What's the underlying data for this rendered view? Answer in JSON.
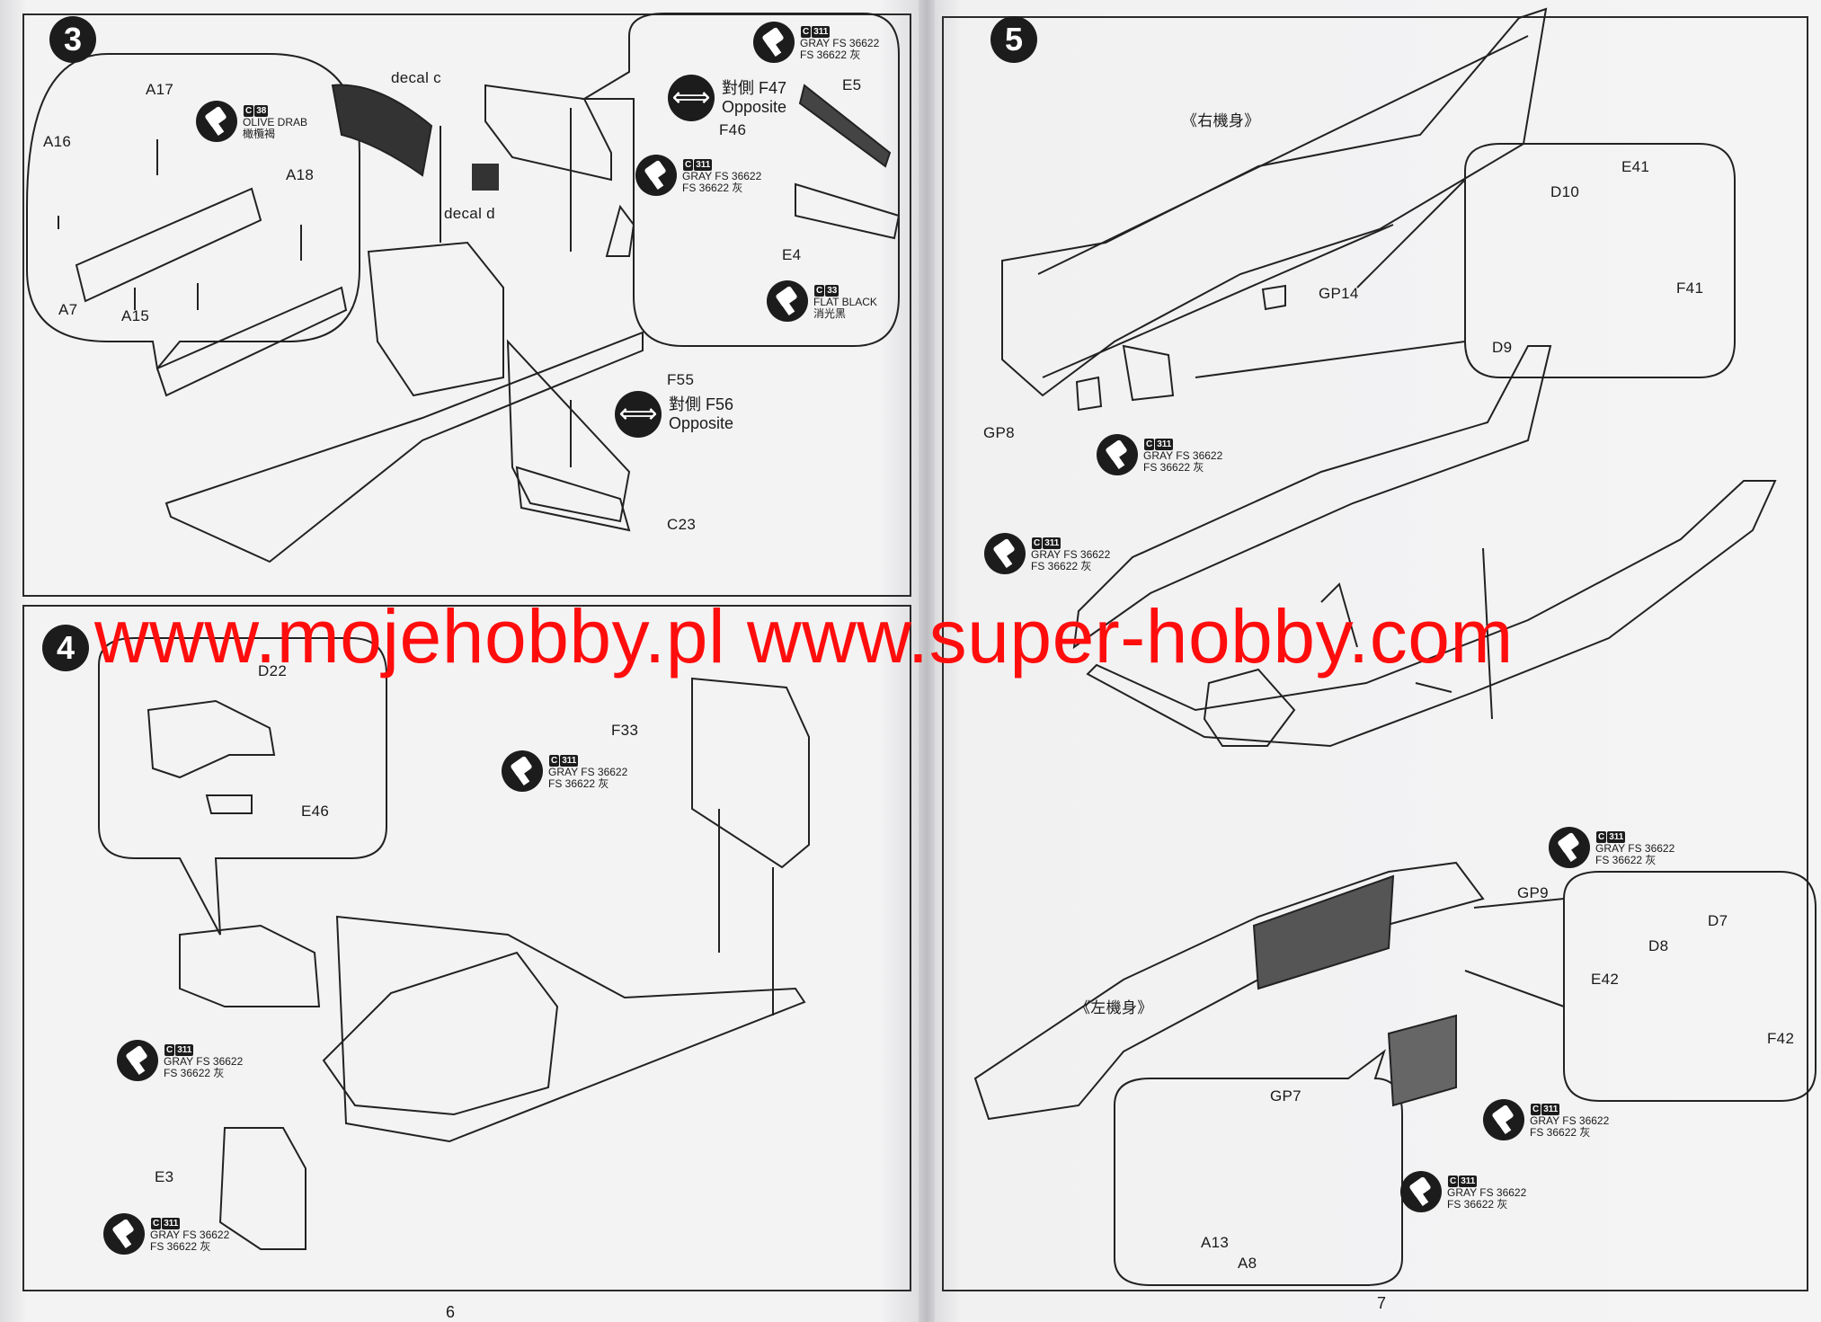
{
  "watermark": "www.mojehobby.pl www.super-hobby.com",
  "page_numbers": {
    "left": "6",
    "right": "7"
  },
  "steps": {
    "s3": {
      "number": "3",
      "labels": {
        "decal_c": "decal c",
        "decal_d": "decal d",
        "A17": "A17",
        "A16": "A16",
        "A18": "A18",
        "A7": "A7",
        "A15": "A15",
        "E5": "E5",
        "F46": "F46",
        "E4": "E4",
        "F55": "F55",
        "C23": "C23"
      },
      "paint_olive": {
        "code": "C",
        "num": "38",
        "line1": "OLIVE DRAB",
        "line2": "橄欖褐"
      },
      "paint_gray_top": {
        "code": "C",
        "num": "311",
        "line1": "GRAY FS 36622",
        "line2": "FS 36622 灰"
      },
      "paint_gray_mid": {
        "code": "C",
        "num": "311",
        "line1": "GRAY FS 36622",
        "line2": "FS 36622 灰"
      },
      "paint_black": {
        "code": "C",
        "num": "33",
        "line1": "FLAT BLACK",
        "line2": "消光黑"
      },
      "opposite_f47": {
        "line1": "對側 F47",
        "line2": "Opposite"
      },
      "opposite_f56": {
        "line1": "對側 F56",
        "line2": "Opposite"
      }
    },
    "s4": {
      "number": "4",
      "labels": {
        "D22": "D22",
        "E46": "E46",
        "F33": "F33",
        "E3": "E3"
      },
      "paint_f33": {
        "code": "C",
        "num": "311",
        "line1": "GRAY FS 36622",
        "line2": "FS 36622 灰"
      },
      "paint_seat": {
        "code": "C",
        "num": "311",
        "line1": "GRAY FS 36622",
        "line2": "FS 36622 灰"
      },
      "paint_e3": {
        "code": "C",
        "num": "311",
        "line1": "GRAY FS 36622",
        "line2": "FS 36622 灰"
      }
    },
    "s5": {
      "number": "5",
      "labels": {
        "right_fuselage": "《右機身》",
        "left_fuselage": "《左機身》",
        "GP14": "GP14",
        "E41": "E41",
        "D10": "D10",
        "F41": "F41",
        "D9": "D9",
        "GP8": "GP8",
        "GP9": "GP9",
        "D7": "D7",
        "D8": "D8",
        "E42": "E42",
        "F42": "F42",
        "GP7": "GP7",
        "A13": "A13",
        "A8": "A8"
      },
      "paint_gp8": {
        "code": "C",
        "num": "311",
        "line1": "GRAY FS 36622",
        "line2": "FS 36622 灰"
      },
      "paint_mid": {
        "code": "C",
        "num": "311",
        "line1": "GRAY FS 36622",
        "line2": "FS 36622 灰"
      },
      "paint_lower": {
        "code": "C",
        "num": "311",
        "line1": "GRAY FS 36622",
        "line2": "FS 36622 灰"
      },
      "paint_door": {
        "code": "C",
        "num": "311",
        "line1": "GRAY FS 36622",
        "line2": "FS 36622 灰"
      },
      "paint_a8": {
        "code": "C",
        "num": "311",
        "line1": "GRAY FS 36622",
        "line2": "FS 36622 灰"
      }
    }
  }
}
